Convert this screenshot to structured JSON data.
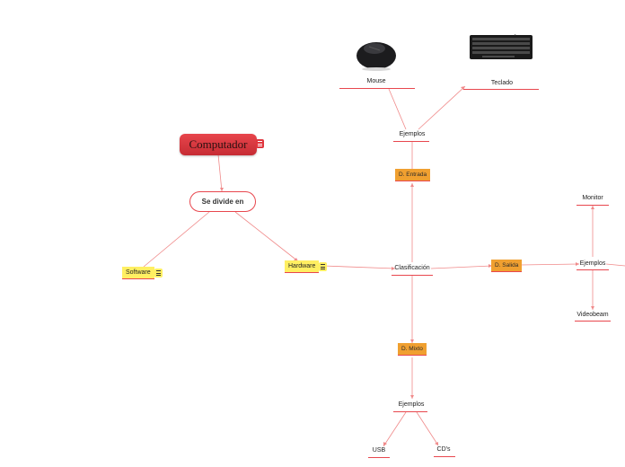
{
  "map": {
    "root": "Computador",
    "divide": "Se divide en",
    "software": "Software",
    "hardware": "Hardware",
    "clasificacion": "Clasificación",
    "entrada": "D. Entrada",
    "salida": "D. Salida",
    "mixto": "D. Mixto",
    "ejemplos_entrada": "Ejemplos",
    "ejemplos_salida": "Ejemplos",
    "ejemplos_mixto": "Ejemplos",
    "mouse": "Mouse",
    "teclado": "Teclado",
    "monitor": "Monitor",
    "videobeam": "Videobeam",
    "usb": "USB",
    "cds": "CD's"
  },
  "colors": {
    "link": "#f08a8a",
    "underline": "#e8474e",
    "topic_yellow": "#ffef62",
    "topic_orange": "#f0a030",
    "root_red": "#d8383f"
  },
  "icons": [
    "mouse-image",
    "keyboard-image",
    "menu-icon"
  ]
}
